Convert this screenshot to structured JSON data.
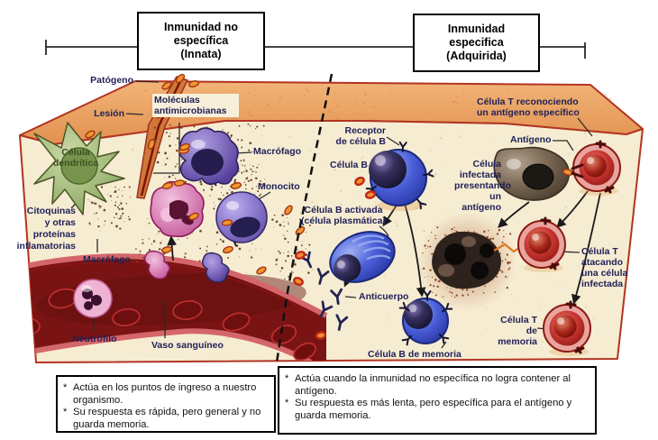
{
  "headers": {
    "innate": "Inmunidad no\nespecífica\n(Innata)",
    "acquired": "Inmunidad\nespecifica\n(Adquirida)"
  },
  "labels": {
    "patogeno": "Patógeno",
    "lesion": "Lesión",
    "moleculas": "Moléculas\nantimicrobianas",
    "macrofago_top": "Macrófago",
    "monocito": "Monocito",
    "celula_dendritica": "Célula\ndendrítica",
    "citoquinas": "Citoquinas\ny otras\nproteínas\ninflamatorias",
    "macrofago_bottom": "Macrófago",
    "neutrofilo": "Neutrófilo",
    "vaso_sanguineo": "Vaso sanguíneo",
    "receptor_b": "Receptor\nde célula B",
    "celula_b": "Célula B",
    "celula_b_activada": "Célula B activada\n(célula plasmática)",
    "anticuerpo": "Anticuerpo",
    "celula_b_memoria": "Célula B de memoria",
    "celula_infectada": "Célula\ninfectada\npresentando\nun antígeno",
    "antigeno": "Antígeno",
    "celula_t_reconociendo": "Célula T reconociendo\nun antígeno específico",
    "celula_t_atacando": "Célula T\natacando\nuna célula\ninfectada",
    "celula_t_memoria": "Célula T\nde memoria"
  },
  "notes": {
    "innate": [
      {
        "bullet": "*",
        "text": "Actúa en los puntos de ingreso a nuestro organismo."
      },
      {
        "bullet": "*",
        "text": "Su respuesta es rápida, pero general y no guarda memoria."
      }
    ],
    "acquired": [
      {
        "bullet": "*",
        "text": "Actúa cuando la inmunidad no específica no logra contener al antígeno."
      },
      {
        "bullet": "*",
        "text": "Su respuesta es más lenta, pero específica para el antígeno y guarda memoria."
      }
    ]
  },
  "colors": {
    "border_red": "#b23422",
    "top_face": "#eda66b",
    "front_face": "#f6ecd2",
    "vessel_interior": "#7a1414",
    "vessel_wall": "#d4666a",
    "b_cell_blue": "#3c50c8",
    "t_cell_red": "#c23428",
    "macrophage_purple": "#7e68b8",
    "dendritic_green": "#a6bd7e",
    "neutrophil_pink": "#eeb2d2",
    "pink_macrophage": "#d678b0",
    "antibody_navy": "#232355",
    "antigen_orange": "#f0922e",
    "label_text": "#1f2058"
  }
}
